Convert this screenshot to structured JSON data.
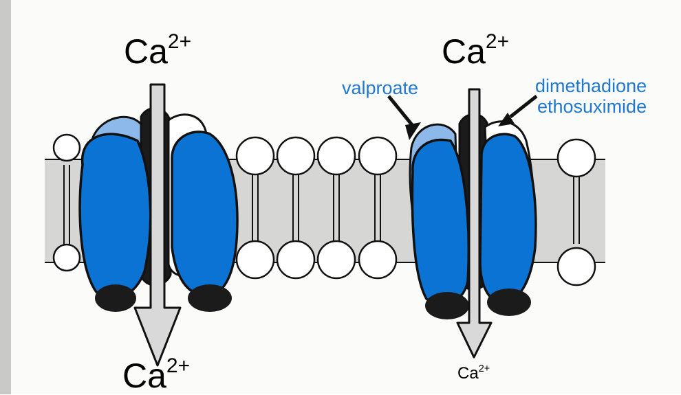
{
  "labels": {
    "ca_left_top": {
      "base": "Ca",
      "charge": "2+"
    },
    "ca_left_bottom": {
      "base": "Ca",
      "charge": "2+"
    },
    "ca_right_top": {
      "base": "Ca",
      "charge": "2+"
    },
    "ca_right_bottom": {
      "base": "Ca",
      "charge": "2+"
    },
    "valproate": "valproate",
    "dimethadione": "dimethadione",
    "ethosuximide": "ethosuximide"
  },
  "colors": {
    "channel_dark_blue": "#0a73d3",
    "channel_light_blue": "#8db8ea",
    "channel_black": "#1b1b1b",
    "membrane_band": "#d6d6d4",
    "arrow_fill": "#d9d9d9",
    "drug_label_blue": "#1f78d1"
  }
}
